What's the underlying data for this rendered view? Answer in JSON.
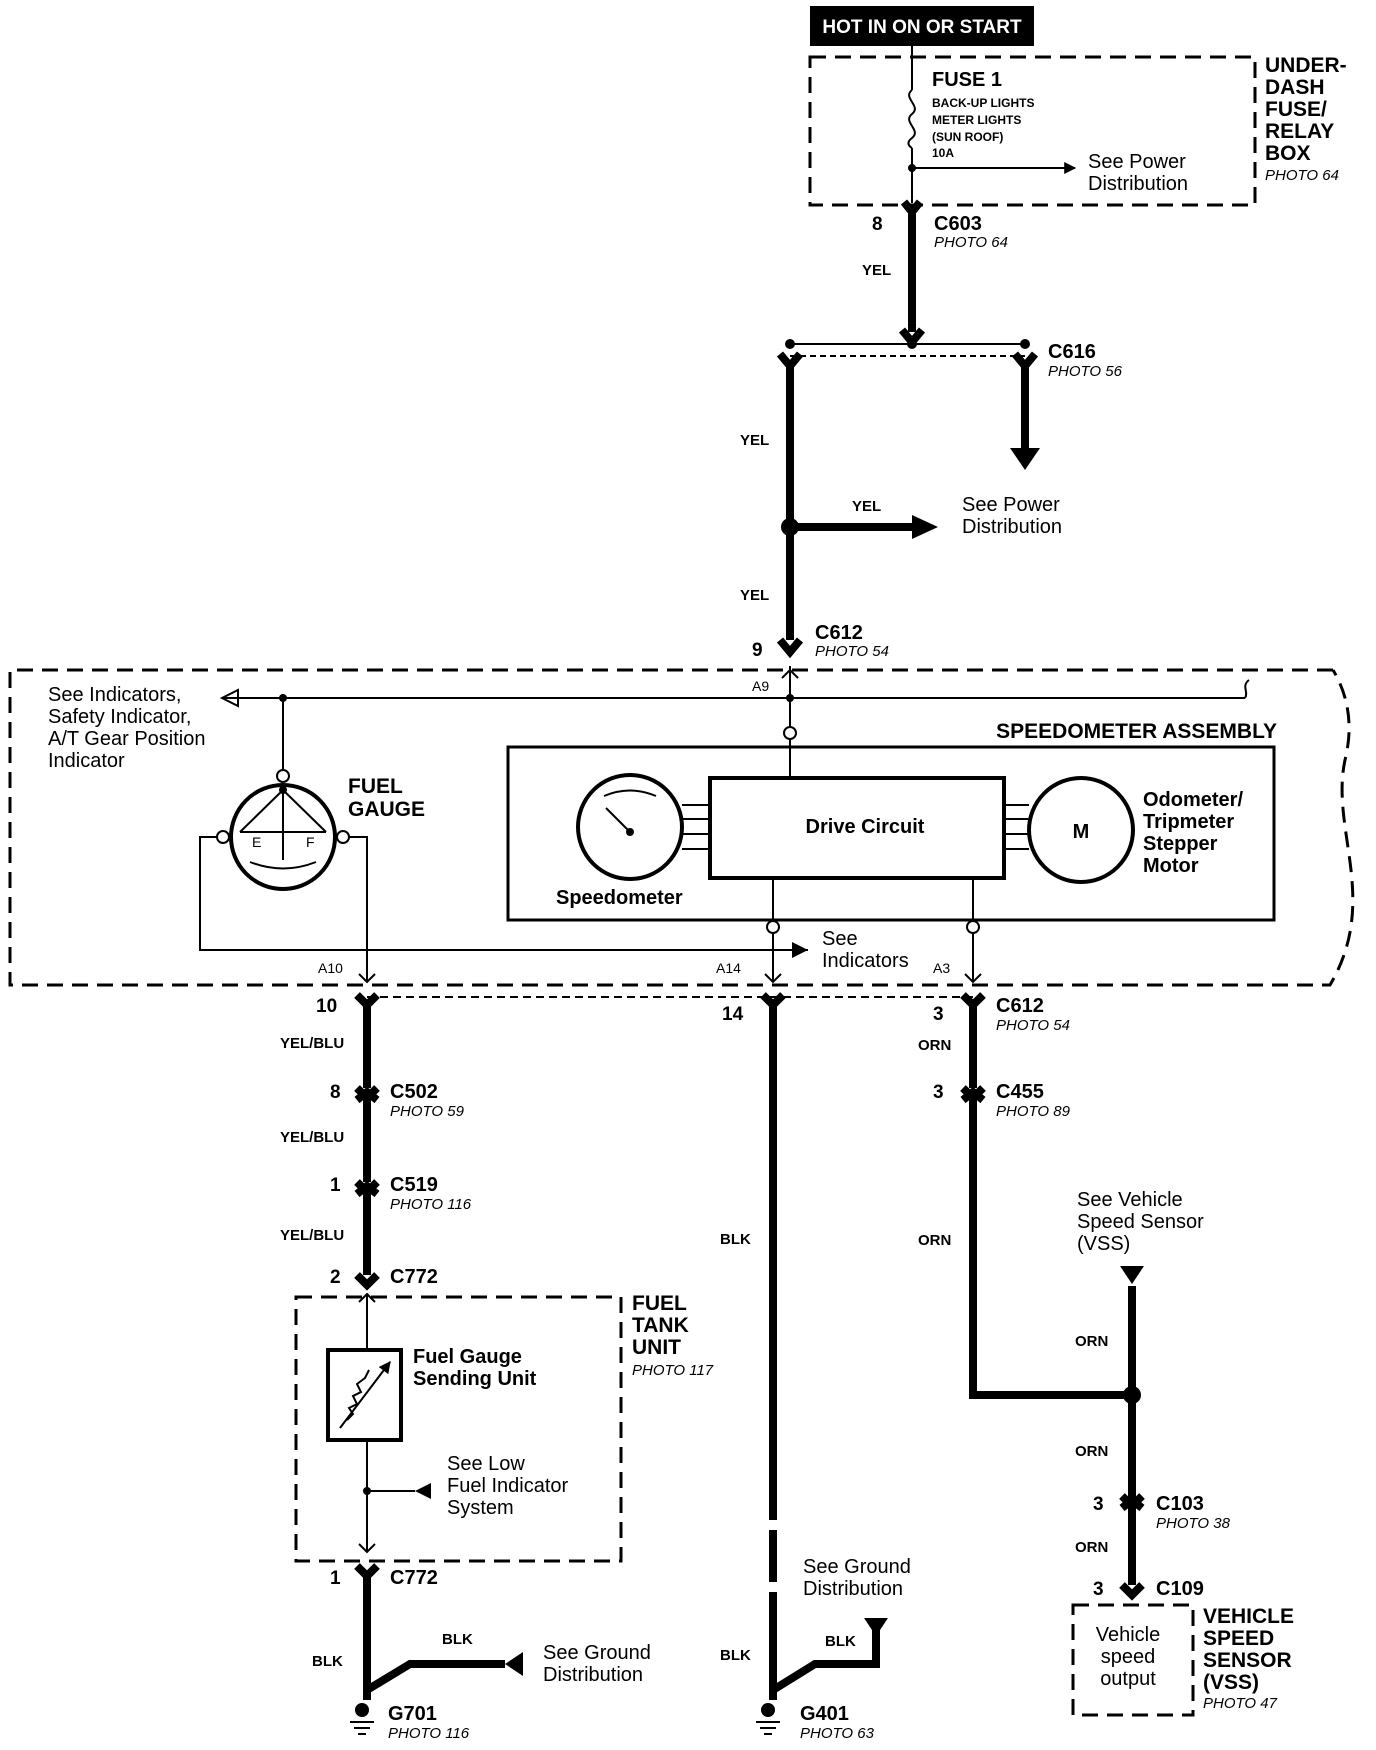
{
  "hot_label": "HOT IN ON OR START",
  "fuse_box": {
    "fuse": "FUSE 1",
    "circuits": [
      "BACK-UP LIGHTS",
      "METER LIGHTS",
      "(SUN ROOF)",
      "10A"
    ],
    "see_power": [
      "See Power",
      "Distribution"
    ],
    "name": [
      "UNDER-",
      "DASH",
      "FUSE/",
      "RELAY",
      "BOX"
    ],
    "photo": "PHOTO 64"
  },
  "connectors": {
    "c603": {
      "name": "C603",
      "photo": "PHOTO 64",
      "pin": "8"
    },
    "c616": {
      "name": "C616",
      "photo": "PHOTO 56"
    },
    "c612_top": {
      "name": "C612",
      "photo": "PHOTO 54",
      "pin": "9"
    },
    "c612_bottom": {
      "name": "C612",
      "photo": "PHOTO 54",
      "pin_fuel": "10",
      "pin_gnd": "14",
      "pin_vss": "3"
    },
    "c502": {
      "name": "C502",
      "photo": "PHOTO 59",
      "pin": "8"
    },
    "c519": {
      "name": "C519",
      "photo": "PHOTO 116",
      "pin": "1"
    },
    "c772_top": {
      "name": "C772",
      "pin": "2"
    },
    "c772_bottom": {
      "name": "C772",
      "pin": "1"
    },
    "c455": {
      "name": "C455",
      "photo": "PHOTO 89",
      "pin": "3"
    },
    "c103": {
      "name": "C103",
      "photo": "PHOTO 38",
      "pin": "3"
    },
    "c109": {
      "name": "C109",
      "pin": "3"
    }
  },
  "wires": {
    "yel": "YEL",
    "yel_blu": "YEL/BLU",
    "blk": "BLK",
    "orn": "ORN"
  },
  "see_power_2": [
    "See Power",
    "Distribution"
  ],
  "speedometer_assembly": {
    "title": "SPEEDOMETER ASSEMBLY",
    "see_indicators": [
      "See Indicators,",
      "Safety Indicator,",
      "A/T Gear Position",
      "Indicator"
    ],
    "fuel_gauge": [
      "FUEL",
      "GAUGE"
    ],
    "gauge_e": "E",
    "gauge_f": "F",
    "drive_circuit": "Drive Circuit",
    "speedometer": "Speedometer",
    "motor_m": "M",
    "odometer": [
      "Odometer/",
      "Tripmeter",
      "Stepper",
      "Motor"
    ],
    "pins": {
      "a9": "A9",
      "a10": "A10",
      "a14": "A14",
      "a3": "A3"
    },
    "see_indicators_2": [
      "See",
      "Indicators"
    ]
  },
  "fuel_tank": {
    "name": [
      "FUEL",
      "TANK",
      "UNIT"
    ],
    "photo": "PHOTO 117",
    "sending_unit": [
      "Fuel Gauge",
      "Sending Unit"
    ],
    "see_low_fuel": [
      "See Low",
      "Fuel Indicator",
      "System"
    ]
  },
  "grounds": {
    "g701": {
      "name": "G701",
      "photo": "PHOTO 116"
    },
    "g401": {
      "name": "G401",
      "photo": "PHOTO 63"
    },
    "see_ground_1": [
      "See Ground",
      "Distribution"
    ],
    "see_ground_2": [
      "See Ground",
      "Distribution"
    ]
  },
  "vss": {
    "see": [
      "See Vehicle",
      "Speed Sensor",
      "(VSS)"
    ],
    "box_text": [
      "Vehicle",
      "speed",
      "output"
    ],
    "name": [
      "VEHICLE",
      "SPEED",
      "SENSOR",
      "(VSS)"
    ],
    "photo": "PHOTO 47"
  }
}
